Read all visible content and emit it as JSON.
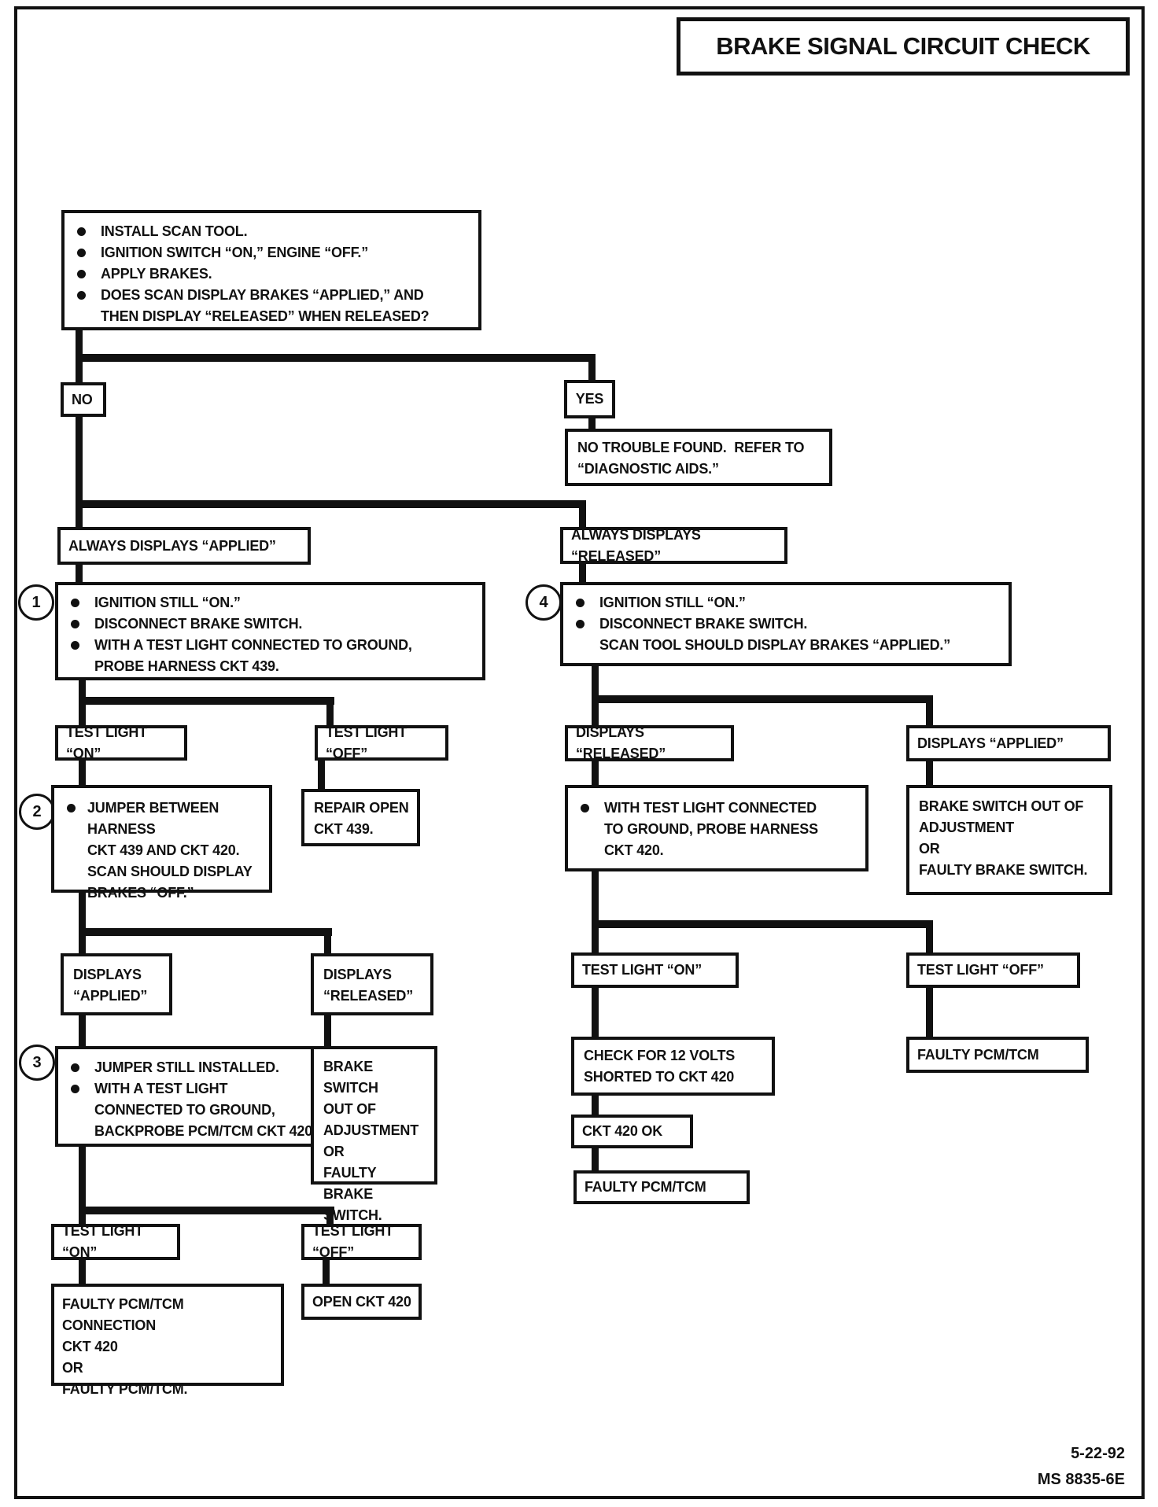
{
  "title": "BRAKE SIGNAL CIRCUIT CHECK",
  "footer": {
    "date": "5-22-92",
    "doc_id": "MS 8835-6E"
  },
  "steps": {
    "s1": "1",
    "s2": "2",
    "s3": "3",
    "s4": "4"
  },
  "nodes": {
    "start": {
      "items": [
        [
          "INSTALL SCAN TOOL."
        ],
        [
          "IGNITION SWITCH “ON,” ENGINE “OFF.”"
        ],
        [
          "APPLY BRAKES."
        ],
        [
          "DOES SCAN DISPLAY BRAKES “APPLIED,” AND",
          "THEN DISPLAY “RELEASED” WHEN RELEASED?"
        ]
      ]
    },
    "no": {
      "label": "NO"
    },
    "yes": {
      "label": "YES"
    },
    "no_trouble": {
      "lines": [
        "NO TROUBLE FOUND.  REFER TO",
        "“DIAGNOSTIC AIDS.”"
      ]
    },
    "always_applied": {
      "label": "ALWAYS DISPLAYS “APPLIED”"
    },
    "always_released": {
      "label": "ALWAYS DISPLAYS “RELEASED”"
    },
    "box1": {
      "items": [
        [
          "IGNITION STILL “ON.”"
        ],
        [
          "DISCONNECT BRAKE SWITCH."
        ],
        [
          "WITH A TEST LIGHT CONNECTED TO GROUND,",
          "PROBE HARNESS CKT 439."
        ]
      ]
    },
    "box4": {
      "items": [
        [
          "IGNITION STILL “ON.”"
        ],
        [
          "DISCONNECT BRAKE SWITCH.",
          "SCAN TOOL SHOULD DISPLAY BRAKES “APPLIED.”"
        ]
      ]
    },
    "tl_on_l": {
      "label": "TEST LIGHT “ON”"
    },
    "tl_off_l": {
      "label": "TEST LIGHT “OFF”"
    },
    "box2": {
      "items": [
        [
          "JUMPER BETWEEN HARNESS",
          "CKT 439 AND CKT 420.",
          "SCAN SHOULD DISPLAY",
          "BRAKES “OFF.”"
        ]
      ]
    },
    "repair": {
      "lines": [
        "REPAIR OPEN",
        "CKT 439."
      ]
    },
    "disp_rel_r": {
      "label": "DISPLAYS “RELEASED”"
    },
    "disp_app_r": {
      "label": "DISPLAYS “APPLIED”"
    },
    "with_test": {
      "items": [
        [
          "WITH TEST LIGHT CONNECTED",
          "TO GROUND, PROBE HARNESS",
          "CKT 420."
        ]
      ]
    },
    "brake_sw_r": {
      "lines": [
        "BRAKE SWITCH OUT OF",
        "ADJUSTMENT",
        "OR",
        "FAULTY BRAKE SWITCH."
      ]
    },
    "tl_on_r": {
      "label": "TEST LIGHT “ON”"
    },
    "tl_off_r": {
      "label": "TEST LIGHT “OFF”"
    },
    "check12": {
      "lines": [
        "CHECK FOR 12 VOLTS",
        "SHORTED TO CKT 420"
      ]
    },
    "faulty_r": {
      "label": "FAULTY PCM/TCM"
    },
    "ckt_ok": {
      "label": "CKT 420 OK"
    },
    "faulty_mid": {
      "label": "FAULTY PCM/TCM"
    },
    "disp_app_l": {
      "lines": [
        "DISPLAYS",
        "“APPLIED”"
      ]
    },
    "disp_rel_l": {
      "lines": [
        "DISPLAYS",
        "“RELEASED”"
      ]
    },
    "box3": {
      "items": [
        [
          "JUMPER STILL INSTALLED."
        ],
        [
          "WITH A TEST LIGHT",
          "CONNECTED TO GROUND,",
          "BACKPROBE PCM/TCM CKT 420."
        ]
      ]
    },
    "brake_sw_l": {
      "lines": [
        "BRAKE SWITCH",
        "OUT OF",
        "ADJUSTMENT",
        "OR",
        "FAULTY BRAKE",
        "SWITCH."
      ]
    },
    "tl_on_bl": {
      "label": "TEST LIGHT “ON”"
    },
    "tl_off_bl": {
      "label": "TEST LIGHT “OFF”"
    },
    "faulty_conn": {
      "lines": [
        "FAULTY PCM/TCM CONNECTION",
        "CKT 420",
        "OR",
        "FAULTY PCM/TCM."
      ]
    },
    "open_ckt": {
      "label": "OPEN CKT 420"
    }
  }
}
